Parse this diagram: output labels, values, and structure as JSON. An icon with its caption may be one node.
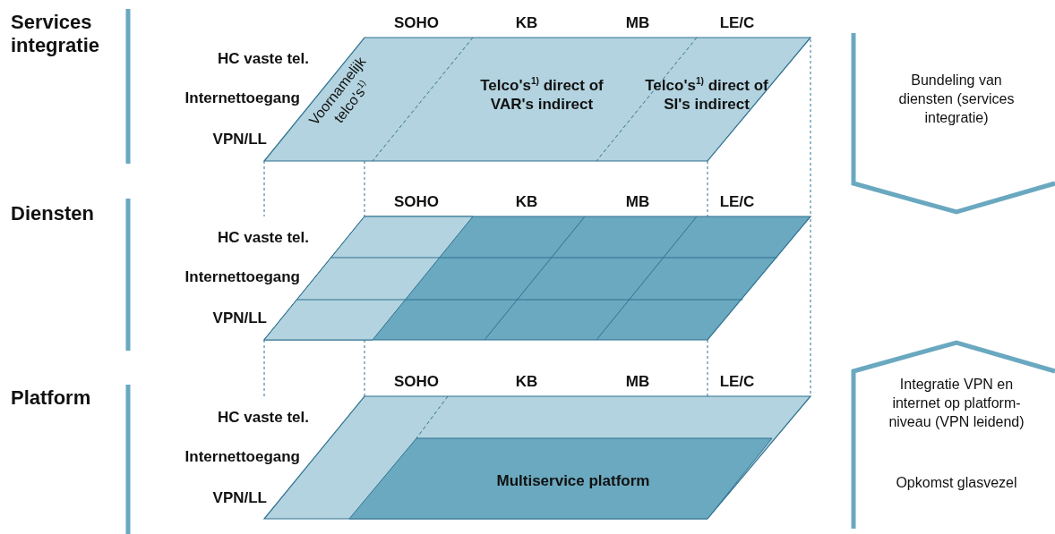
{
  "diagram": {
    "nodes": [
      {
        "text": [
          "Voornamelijk telco's$^{1)}$"
        ]
      },
      {
        "text": [
          "Telco's$^{1)}$ direct of VAR's indirect"
        ]
      },
      {
        "text": [
          "Telco's$^{1)}$ direct of SI's indirect"
        ]
      },
      {
        "text": [
          "Multiservice platform"
        ]
      },
      {
        "text": [
          "Bundeling van diensten (services integratie)"
        ]
      },
      {
        "text": [
          "Integratie VPN en internet op platform-niveau (VPN leidend)",
          "Opkomst glasvezel"
        ]
      }
    ],
    "labels": [
      "Services integratie",
      "SOHO",
      "KB",
      "MB",
      "LE/C",
      "HC vaste tel.",
      "Internettoegang",
      "VPN/LL",
      "Diensten",
      "SOHO",
      "KB",
      "MB",
      "LE/C",
      "HC vaste tel.",
      "Internettoegang",
      "VPN/LL",
      "Platform",
      "SOHO",
      "KB",
      "MB",
      "LE/C",
      "HC vaste tel.",
      "Internettoegang",
      "VPN/LL"
    ]
  }
}
